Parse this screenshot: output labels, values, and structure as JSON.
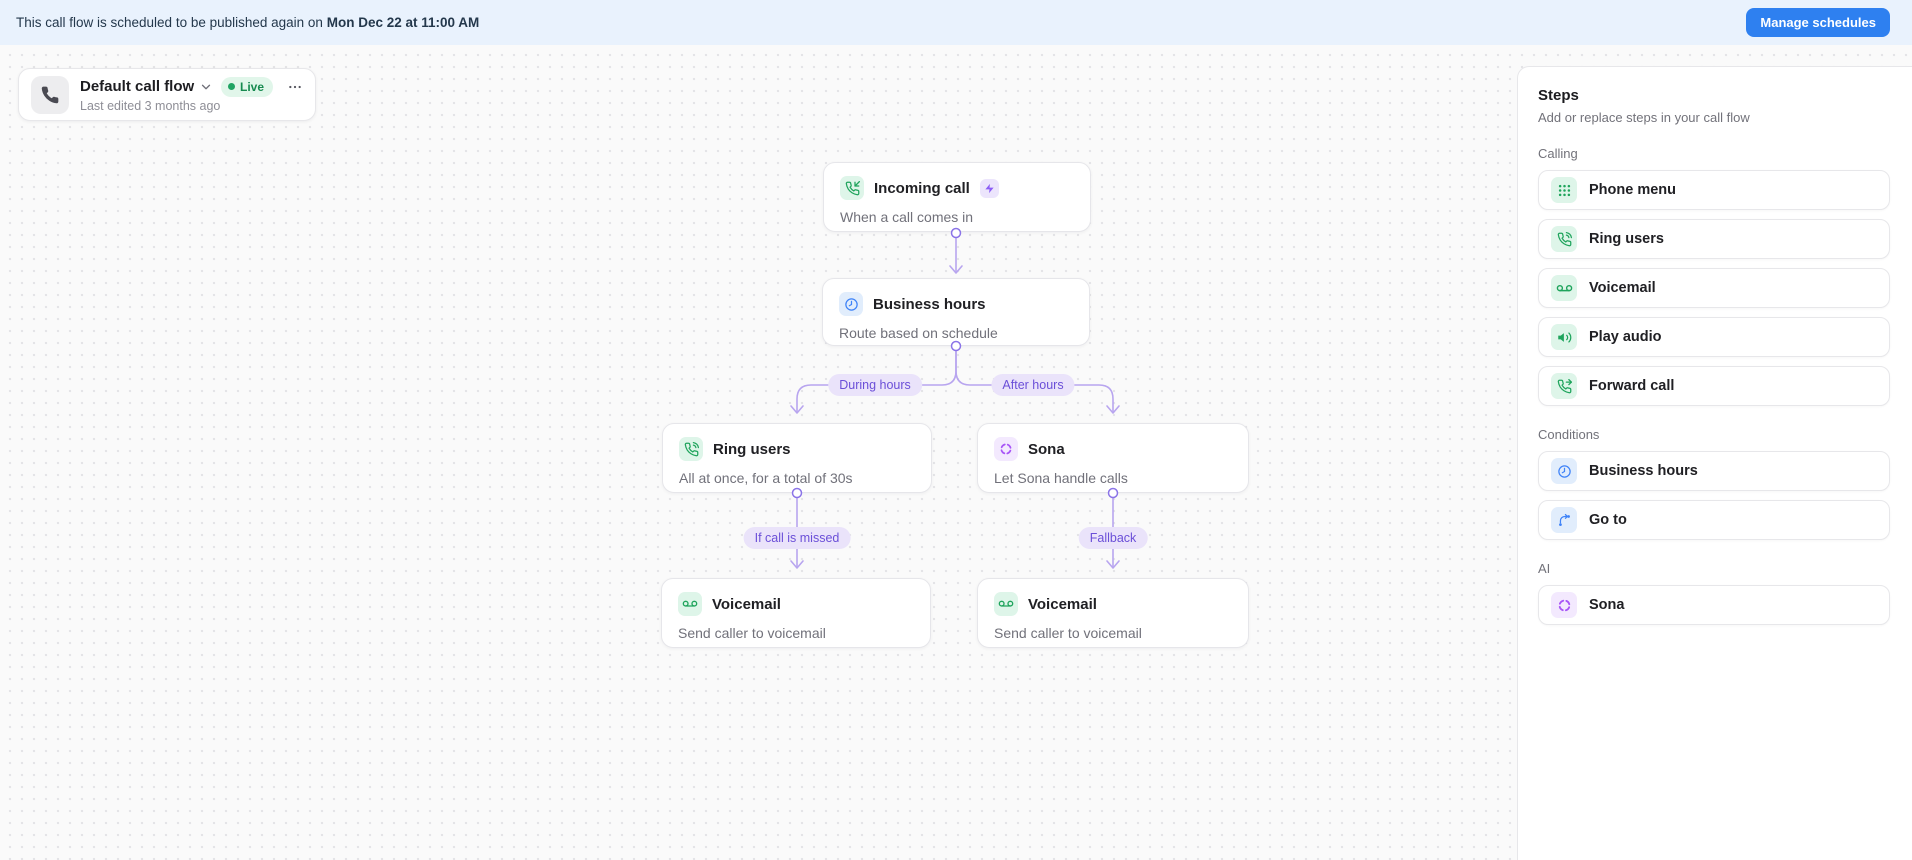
{
  "banner": {
    "message_prefix": "This call flow is scheduled to be published again on ",
    "message_bold": "Mon Dec 22 at 11:00 AM",
    "manage_button_label": "Manage schedules"
  },
  "flow_card": {
    "title": "Default call flow",
    "status_label": "Live",
    "last_edited": "Last edited 3 months ago"
  },
  "flow": {
    "nodes": [
      {
        "id": "incoming-call",
        "title": "Incoming call",
        "subtitle": "When a call comes in",
        "icon": "phone-incoming-icon",
        "accent": "green",
        "trigger_badge": "bolt-icon"
      },
      {
        "id": "business-hours",
        "title": "Business hours",
        "subtitle": "Route based on schedule",
        "icon": "clock-icon",
        "accent": "blue"
      },
      {
        "id": "ring-users",
        "title": "Ring users",
        "subtitle": "All at once, for a total of 30s",
        "icon": "phone-ringing-icon",
        "accent": "green"
      },
      {
        "id": "sona",
        "title": "Sona",
        "subtitle": "Let Sona handle calls",
        "icon": "sona-icon",
        "accent": "purple"
      },
      {
        "id": "voicemail-left",
        "title": "Voicemail",
        "subtitle": "Send caller to voicemail",
        "icon": "voicemail-icon",
        "accent": "green"
      },
      {
        "id": "voicemail-right",
        "title": "Voicemail",
        "subtitle": "Send caller to voicemail",
        "icon": "voicemail-icon",
        "accent": "green"
      }
    ],
    "edge_labels": {
      "during_hours": "During hours",
      "after_hours": "After hours",
      "if_call_missed": "If call is missed",
      "fallback": "Fallback"
    }
  },
  "sidebar": {
    "title": "Steps",
    "subtitle": "Add or replace steps in your call flow",
    "sections": [
      {
        "label": "Calling",
        "items": [
          {
            "label": "Phone menu",
            "icon": "dialpad-icon"
          },
          {
            "label": "Ring users",
            "icon": "phone-ringing-icon"
          },
          {
            "label": "Voicemail",
            "icon": "voicemail-icon"
          },
          {
            "label": "Play audio",
            "icon": "speaker-icon"
          },
          {
            "label": "Forward call",
            "icon": "phone-forwarded-icon"
          }
        ]
      },
      {
        "label": "Conditions",
        "items": [
          {
            "label": "Business hours",
            "icon": "clock-icon"
          },
          {
            "label": "Go to",
            "icon": "go-to-icon"
          }
        ]
      },
      {
        "label": "AI",
        "items": [
          {
            "label": "Sona",
            "icon": "sona-icon"
          }
        ]
      }
    ]
  },
  "colors": {
    "banner_bg": "#e9f2fd",
    "primary_button": "#2e80f0",
    "live_green": "#1fa463",
    "step_green": "#1fa45c",
    "step_blue": "#3f83f8",
    "step_purple": "#a855f7",
    "edge_purple": "#b8a5ef",
    "edge_label_text": "#6b4fd8",
    "canvas_bg": "#fafafa"
  }
}
